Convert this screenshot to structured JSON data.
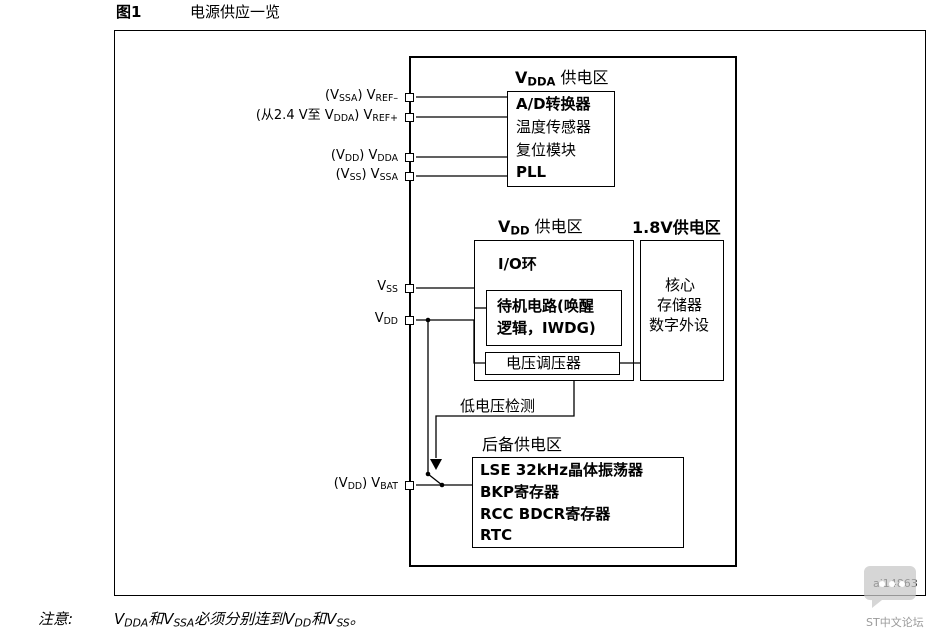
{
  "figure": {
    "label": "图1",
    "title": "电源供应一览",
    "id": "ai14863"
  },
  "domains": {
    "vdda": {
      "title_main": "V",
      "title_sub": "DDA",
      "title_suffix": " 供电区",
      "items": [
        "A/D转换器",
        "温度传感器",
        "复位模块",
        "PLL"
      ]
    },
    "vdd": {
      "title_main": "V",
      "title_sub": "DD",
      "title_suffix": " 供电区",
      "io": "I/O环",
      "standby_line1": "待机电路(唤醒",
      "standby_line2": "逻辑，IWDG)",
      "regulator": "电压调压器"
    },
    "v18": {
      "title": "1.8V供电区",
      "line1": "核心",
      "line2": "存储器",
      "line3": "数字外设"
    },
    "backup": {
      "title": "后备供电区",
      "items": [
        "LSE 32kHz晶体振荡器",
        "BKP寄存器",
        "RCC BDCR寄存器",
        "RTC"
      ]
    },
    "pvd": "低电压检测"
  },
  "pins": {
    "vref_minus": {
      "pre": "(V",
      "pre_sub": "SSA",
      "mid": ") V",
      "sub": "REF–"
    },
    "vref_plus": {
      "pre": "(从2.4 V至 V",
      "pre_sub": "DDA",
      "mid": ") V",
      "sub": "REF+"
    },
    "vdda": {
      "pre": "(V",
      "pre_sub": "DD",
      "mid": ") V",
      "sub": "DDA"
    },
    "vssa": {
      "pre": "(V",
      "pre_sub": "SS",
      "mid": ") V",
      "sub": "SSA"
    },
    "vss": {
      "main": "V",
      "sub": "SS"
    },
    "vdd": {
      "main": "V",
      "sub": "DD"
    },
    "vbat": {
      "pre": "(V",
      "pre_sub": "DD",
      "mid": ") V",
      "sub": "BAT"
    }
  },
  "note": {
    "label": "注意:",
    "p1": "V",
    "s1": "DDA",
    "p2": "和V",
    "s2": "SSA",
    "p3": "必须分别连到V",
    "s3": "DD",
    "p4": "和V",
    "s4": "SS",
    "p5": "。"
  },
  "watermark": "ST中文论坛"
}
